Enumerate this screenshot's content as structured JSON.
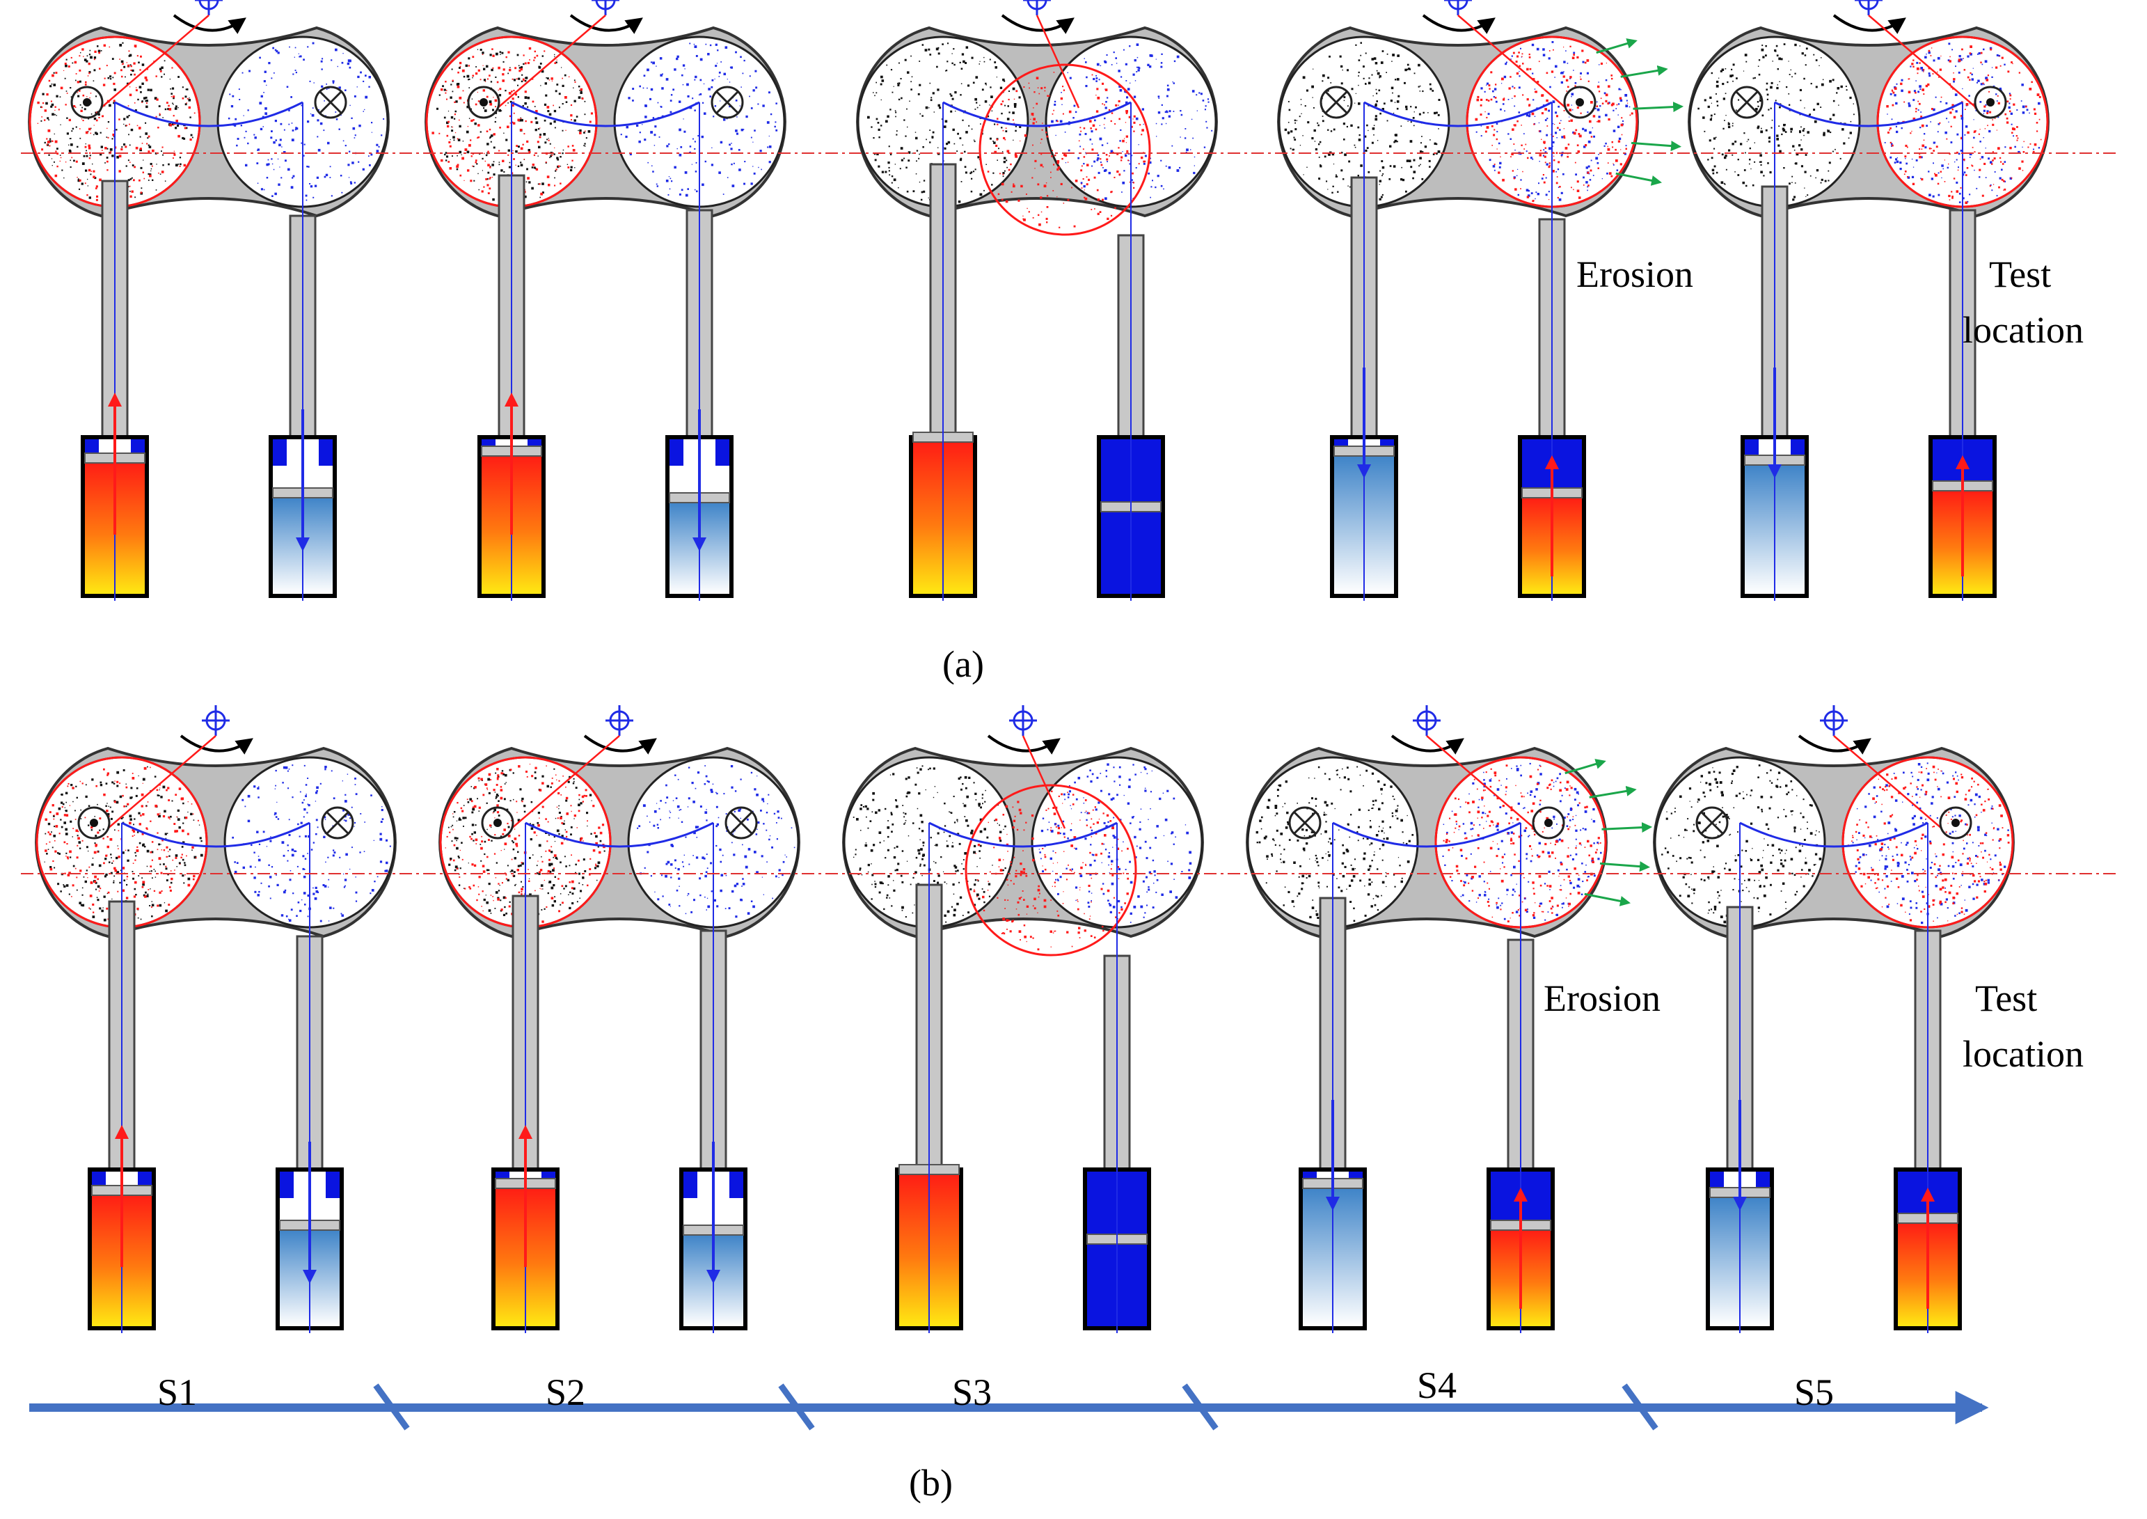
{
  "panels": [
    {
      "caption": "(a)",
      "erosion_label": "Erosion",
      "test_location_label": [
        "Test",
        "location"
      ]
    },
    {
      "caption": "(b)",
      "erosion_label": "Erosion",
      "test_location_label": [
        "Test",
        "location"
      ]
    }
  ],
  "stages": [
    "S1",
    "S2",
    "S3",
    "S4",
    "S5"
  ],
  "colors": {
    "hot_fluid": "#ff1a1a",
    "cold_fluid": "#1f2be6",
    "tube_gray": "#c8c8c8",
    "jacket_blue": "#0a14e0",
    "timeline_blue": "#4472c4",
    "erosion_arrow": "#1aa64a",
    "test_line": "#e03030"
  },
  "icons": [
    "rotation-arrow-icon",
    "crosshair-icon",
    "cross-marker-icon",
    "dot-marker-icon",
    "erosion-arrow-icon",
    "timeline-arrow-icon"
  ]
}
